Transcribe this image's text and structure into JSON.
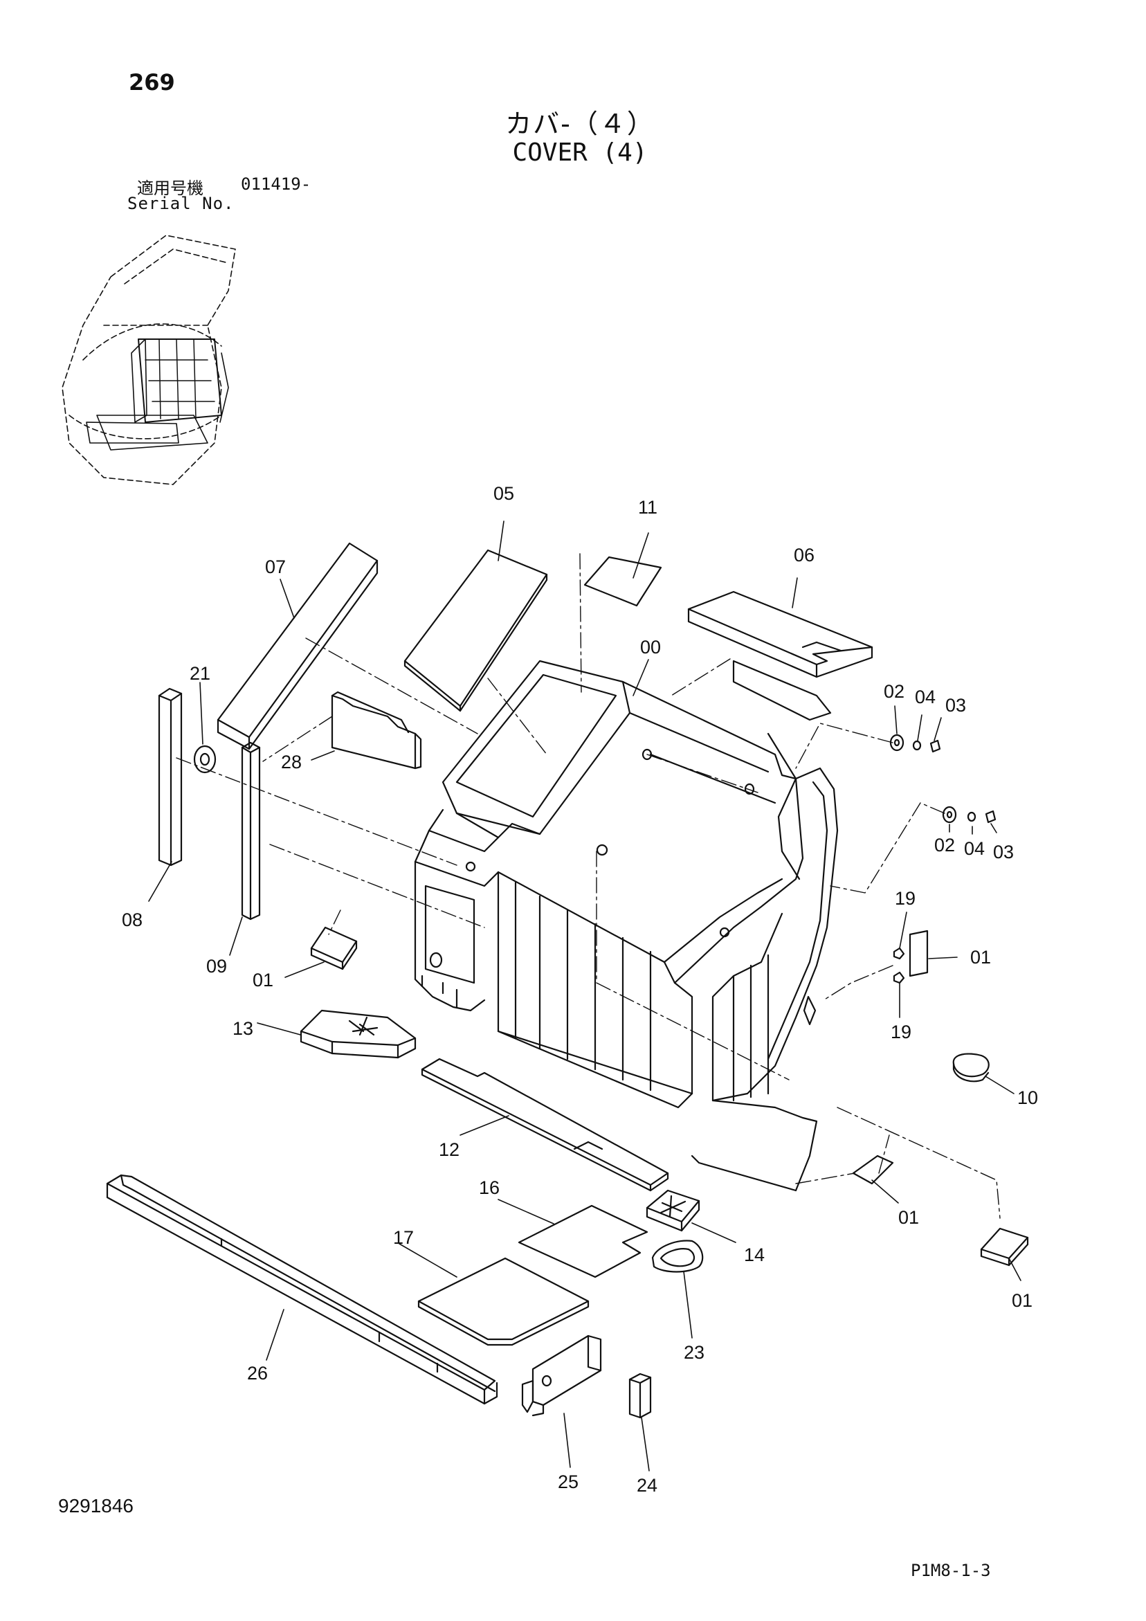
{
  "header": {
    "page_number": "269",
    "title_jp": "カバ-（４）",
    "title_en": "COVER (4)",
    "serial_label_jp": "適用号機",
    "serial_value": "011419-",
    "serial_label_en": "Serial No."
  },
  "footer": {
    "document_id": "9291846",
    "page_code": "P1M8-1-3"
  },
  "callouts": [
    {
      "id": "c05",
      "label": "05"
    },
    {
      "id": "c11",
      "label": "11"
    },
    {
      "id": "c07",
      "label": "07"
    },
    {
      "id": "c06",
      "label": "06"
    },
    {
      "id": "c00",
      "label": "00"
    },
    {
      "id": "c21",
      "label": "21"
    },
    {
      "id": "c02a",
      "label": "02"
    },
    {
      "id": "c04a",
      "label": "04"
    },
    {
      "id": "c03a",
      "label": "03"
    },
    {
      "id": "c28",
      "label": "28"
    },
    {
      "id": "c02b",
      "label": "02"
    },
    {
      "id": "c04b",
      "label": "04"
    },
    {
      "id": "c03b",
      "label": "03"
    },
    {
      "id": "c08",
      "label": "08"
    },
    {
      "id": "c19a",
      "label": "19"
    },
    {
      "id": "c01a",
      "label": "01"
    },
    {
      "id": "c09",
      "label": "09"
    },
    {
      "id": "c01b",
      "label": "01"
    },
    {
      "id": "c19b",
      "label": "19"
    },
    {
      "id": "c13",
      "label": "13"
    },
    {
      "id": "c10",
      "label": "10"
    },
    {
      "id": "c12",
      "label": "12"
    },
    {
      "id": "c16",
      "label": "16"
    },
    {
      "id": "c01c",
      "label": "01"
    },
    {
      "id": "c14",
      "label": "14"
    },
    {
      "id": "c17",
      "label": "17"
    },
    {
      "id": "c01d",
      "label": "01"
    },
    {
      "id": "c23",
      "label": "23"
    },
    {
      "id": "c26",
      "label": "26"
    },
    {
      "id": "c25",
      "label": "25"
    },
    {
      "id": "c24",
      "label": "24"
    }
  ]
}
